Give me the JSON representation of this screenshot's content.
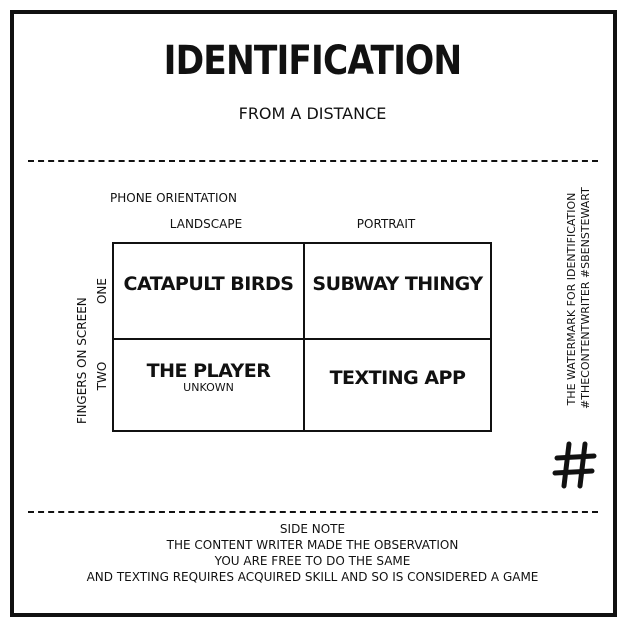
{
  "title": "IDENTIFICATION",
  "subtitle": "FROM A DISTANCE",
  "axes": {
    "top_heading": "PHONE ORIENTATION",
    "columns": [
      "LANDSCAPE",
      "PORTRAIT"
    ],
    "side_heading": "FINGERS ON SCREEN",
    "rows": [
      "ONE",
      "TWO"
    ]
  },
  "cells": [
    {
      "label": "CATAPULT BIRDS",
      "sub": ""
    },
    {
      "label": "SUBWAY THINGY",
      "sub": ""
    },
    {
      "label": "THE PLAYER",
      "sub": "UNKOWN"
    },
    {
      "label": "TEXTING APP",
      "sub": ""
    }
  ],
  "watermark": {
    "line1": "THE WATERMARK FOR IDENTIFICATION",
    "line2": "#THECONTENTWRITER #SBENSTEWART"
  },
  "hash_icon": "hash-icon",
  "side_note": {
    "heading": "SIDE NOTE",
    "lines": [
      "THE CONTENT WRITER MADE THE OBSERVATION",
      "YOU ARE FREE TO DO THE SAME",
      "AND TEXTING REQUIRES ACQUIRED SKILL AND SO IS CONSIDERED A GAME"
    ]
  }
}
